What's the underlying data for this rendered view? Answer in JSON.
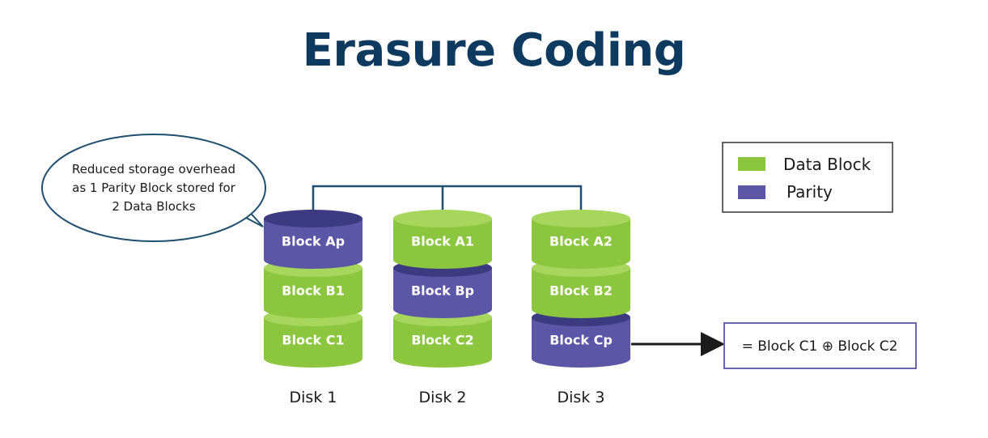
{
  "title": "Erasure Coding",
  "colors": {
    "data_block": "#8cc63f",
    "parity": "#5b56a6",
    "connector": "#1f4e6e",
    "title": "#0f3a5f"
  },
  "callout": {
    "lines": [
      "Reduced storage overhead",
      "as 1 Parity Block stored for",
      "2 Data Blocks"
    ]
  },
  "disks": [
    {
      "label": "Disk 1",
      "blocks": [
        {
          "label": "Block Ap",
          "type": "parity"
        },
        {
          "label": "Block B1",
          "type": "data"
        },
        {
          "label": "Block C1",
          "type": "data"
        }
      ]
    },
    {
      "label": "Disk 2",
      "blocks": [
        {
          "label": "Block A1",
          "type": "data"
        },
        {
          "label": "Block Bp",
          "type": "parity"
        },
        {
          "label": "Block C2",
          "type": "data"
        }
      ]
    },
    {
      "label": "Disk 3",
      "blocks": [
        {
          "label": "Block A2",
          "type": "data"
        },
        {
          "label": "Block B2",
          "type": "data"
        },
        {
          "label": "Block Cp",
          "type": "parity"
        }
      ]
    }
  ],
  "legend": [
    {
      "label": "Data Block",
      "type": "data"
    },
    {
      "label": "Parity",
      "type": "parity"
    }
  ],
  "formula": "= Block C1  ⊕  Block C2"
}
